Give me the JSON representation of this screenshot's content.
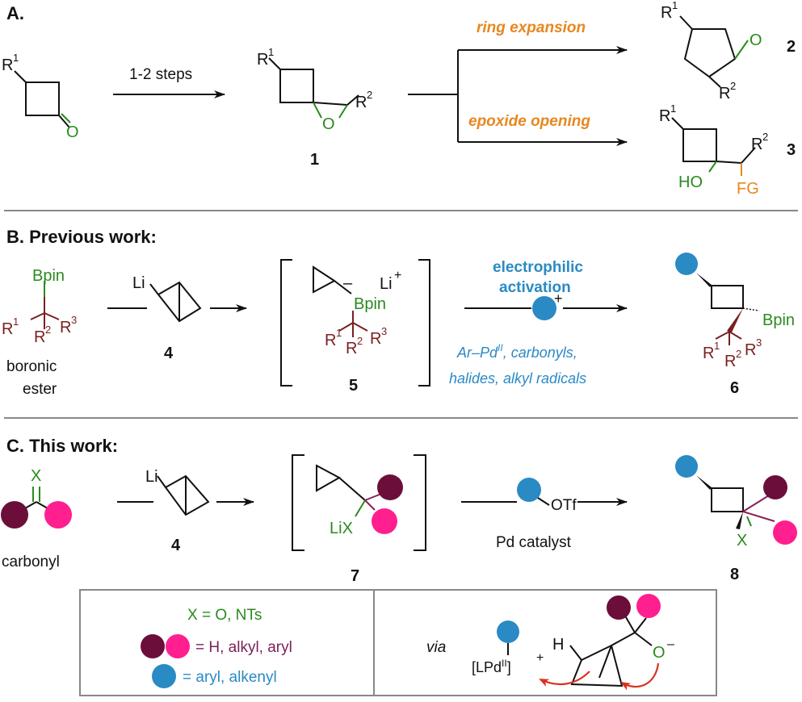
{
  "colors": {
    "green": "#2a8a1e",
    "orange": "#e8871e",
    "maroon": "#7a1f1f",
    "blue": "#2a8ac4",
    "purple_circle": "#6b0f3a",
    "pink_circle": "#ff1f8f",
    "arrow_red": "#d9331f"
  },
  "sectionA": {
    "label": "A.",
    "r1": "R",
    "sup1": "1",
    "ketone_o": "O",
    "arrow_label": "1-2 steps",
    "epox_r1": "R",
    "epox_sup1": "1",
    "epox_r2": "R",
    "epox_sup2": "2",
    "epox_o": "O",
    "compound1": "1",
    "ring_expansion": "ring expansion",
    "epoxide_opening": "epoxide opening",
    "p2_r1": "R",
    "p2_sup1": "1",
    "p2_o": "O",
    "p2_r2": "R",
    "p2_sup2": "2",
    "compound2": "2",
    "p3_r1": "R",
    "p3_sup1": "1",
    "p3_r2": "R",
    "p3_sup2": "2",
    "p3_ho": "HO",
    "p3_fg": "FG",
    "compound3": "3"
  },
  "sectionB": {
    "label": "B. Previous work:",
    "bpin": "Bpin",
    "r1": "R",
    "s1": "1",
    "r2": "R",
    "s2": "2",
    "r3": "R",
    "s3": "3",
    "caption1": "boronic",
    "caption2": "ester",
    "li": "Li",
    "compound4": "4",
    "ate_minus": "–",
    "ate_li": "Li",
    "ate_plus": "+",
    "ate_bpin": "Bpin",
    "ate_r1": "R",
    "ate_s1": "1",
    "ate_r2": "R",
    "ate_s2": "2",
    "ate_r3": "R",
    "ate_s3": "3",
    "compound5": "5",
    "activation1": "electrophilic",
    "activation2": "activation",
    "electrophile_plus": "+",
    "scope_part1": "Ar–Pd",
    "scope_sup": "II",
    "scope_part2": ", carbonyls,",
    "scope_line2": "halides, alkyl radicals",
    "p6_bpin": "Bpin",
    "p6_r1": "R",
    "p6_s1": "1",
    "p6_r2": "R",
    "p6_s2": "2",
    "p6_r3": "R",
    "p6_s3": "3",
    "compound6": "6"
  },
  "sectionC": {
    "label": "C. This work:",
    "x": "X",
    "caption": "carbonyl",
    "li": "Li",
    "compound4": "4",
    "lix": "LiX",
    "compound7": "7",
    "otf": "OTf",
    "catalyst": "Pd catalyst",
    "p8_x": "X",
    "compound8": "8"
  },
  "legend": {
    "line1": "X = O, NTs",
    "line2": "= H, alkyl, aryl",
    "line3": "= aryl, alkenyl",
    "via": "via",
    "pd_pre": "[LPd",
    "pd_sup": "II",
    "pd_post": "]",
    "pd_plus": "+",
    "h": "H",
    "o": "O",
    "o_minus": "–"
  }
}
